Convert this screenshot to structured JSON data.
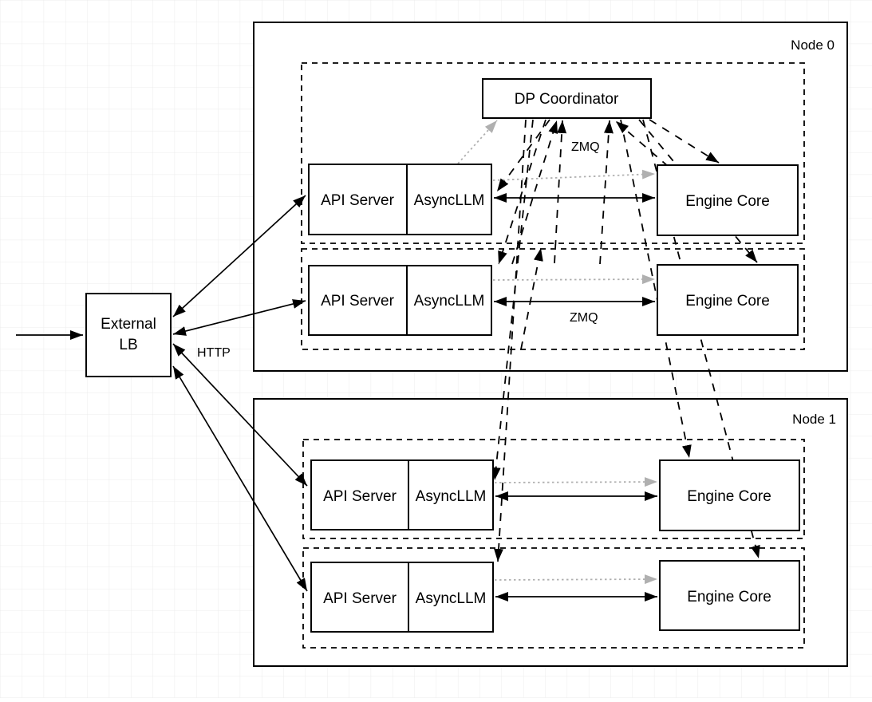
{
  "canvas": {
    "background": "#ffffff",
    "grid_color": "#ececec",
    "stroke_color": "#000000",
    "muted_arrow_color": "#b0b0b0"
  },
  "external_lb": {
    "line1": "External",
    "line2": "LB"
  },
  "coordinator": {
    "label": "DP Coordinator"
  },
  "edge_labels": {
    "http": "HTTP",
    "zmq_coordinator": "ZMQ",
    "zmq_engine": "ZMQ"
  },
  "groups": [
    {
      "node_label": "Node 0",
      "rows": [
        {
          "api": "API Server",
          "async": "AsyncLLM",
          "engine": "Engine Core"
        },
        {
          "api": "API Server",
          "async": "AsyncLLM",
          "engine": "Engine Core"
        }
      ]
    },
    {
      "node_label": "Node 1",
      "rows": [
        {
          "api": "API Server",
          "async": "AsyncLLM",
          "engine": "Engine Core"
        },
        {
          "api": "API Server",
          "async": "AsyncLLM",
          "engine": "Engine Core"
        }
      ]
    }
  ],
  "edges": [
    {
      "from": "client",
      "to": "external-lb",
      "style": "solid-arrow"
    },
    {
      "from": "external-lb",
      "to": "node0-row1-api-server",
      "style": "solid-bidirectional",
      "label": "HTTP"
    },
    {
      "from": "external-lb",
      "to": "node0-row2-api-server",
      "style": "solid-bidirectional",
      "label": "HTTP"
    },
    {
      "from": "external-lb",
      "to": "node1-row1-api-server",
      "style": "solid-bidirectional",
      "label": "HTTP"
    },
    {
      "from": "external-lb",
      "to": "node1-row2-api-server",
      "style": "solid-bidirectional",
      "label": "HTTP"
    },
    {
      "from": "node0-row1-asyncllm",
      "to": "node0-row1-engine-core",
      "style": "solid-bidirectional",
      "label": "ZMQ"
    },
    {
      "from": "node0-row2-asyncllm",
      "to": "node0-row2-engine-core",
      "style": "solid-bidirectional",
      "label": "ZMQ"
    },
    {
      "from": "node1-row1-asyncllm",
      "to": "node1-row1-engine-core",
      "style": "solid-bidirectional",
      "label": "ZMQ"
    },
    {
      "from": "node1-row2-asyncllm",
      "to": "node1-row2-engine-core",
      "style": "solid-bidirectional",
      "label": "ZMQ"
    },
    {
      "from": "node0-row1-asyncllm",
      "to": "dp-coordinator",
      "style": "dotted-gray-arrow"
    },
    {
      "from": "node0-row1-asyncllm",
      "to": "node0-row1-engine-core",
      "style": "dotted-gray-arrow"
    },
    {
      "from": "node0-row2-asyncllm",
      "to": "node0-row2-engine-core",
      "style": "dotted-gray-arrow"
    },
    {
      "from": "node1-row1-asyncllm",
      "to": "node1-row1-engine-core",
      "style": "dotted-gray-arrow"
    },
    {
      "from": "node1-row2-asyncllm",
      "to": "node1-row2-engine-core",
      "style": "dotted-gray-arrow"
    },
    {
      "from": "dp-coordinator",
      "to": "node0-row1-asyncllm",
      "style": "dashed-arrow",
      "label": "ZMQ"
    },
    {
      "from": "dp-coordinator",
      "to": "node0-row2-asyncllm",
      "style": "dashed-arrow"
    },
    {
      "from": "dp-coordinator",
      "to": "node1-row1-asyncllm",
      "style": "dashed-arrow"
    },
    {
      "from": "dp-coordinator",
      "to": "node1-row2-asyncllm",
      "style": "dashed-arrow"
    },
    {
      "from": "dp-coordinator",
      "to": "node0-row1-engine-core",
      "style": "dashed-arrow"
    },
    {
      "from": "dp-coordinator",
      "to": "node0-row2-engine-core",
      "style": "dashed-arrow"
    },
    {
      "from": "dp-coordinator",
      "to": "node1-row1-engine-core",
      "style": "dashed-arrow"
    },
    {
      "from": "dp-coordinator",
      "to": "node1-row2-engine-core",
      "style": "dashed-arrow"
    },
    {
      "from": "engine-cores",
      "to": "dp-coordinator",
      "style": "dashed-arrow"
    }
  ]
}
